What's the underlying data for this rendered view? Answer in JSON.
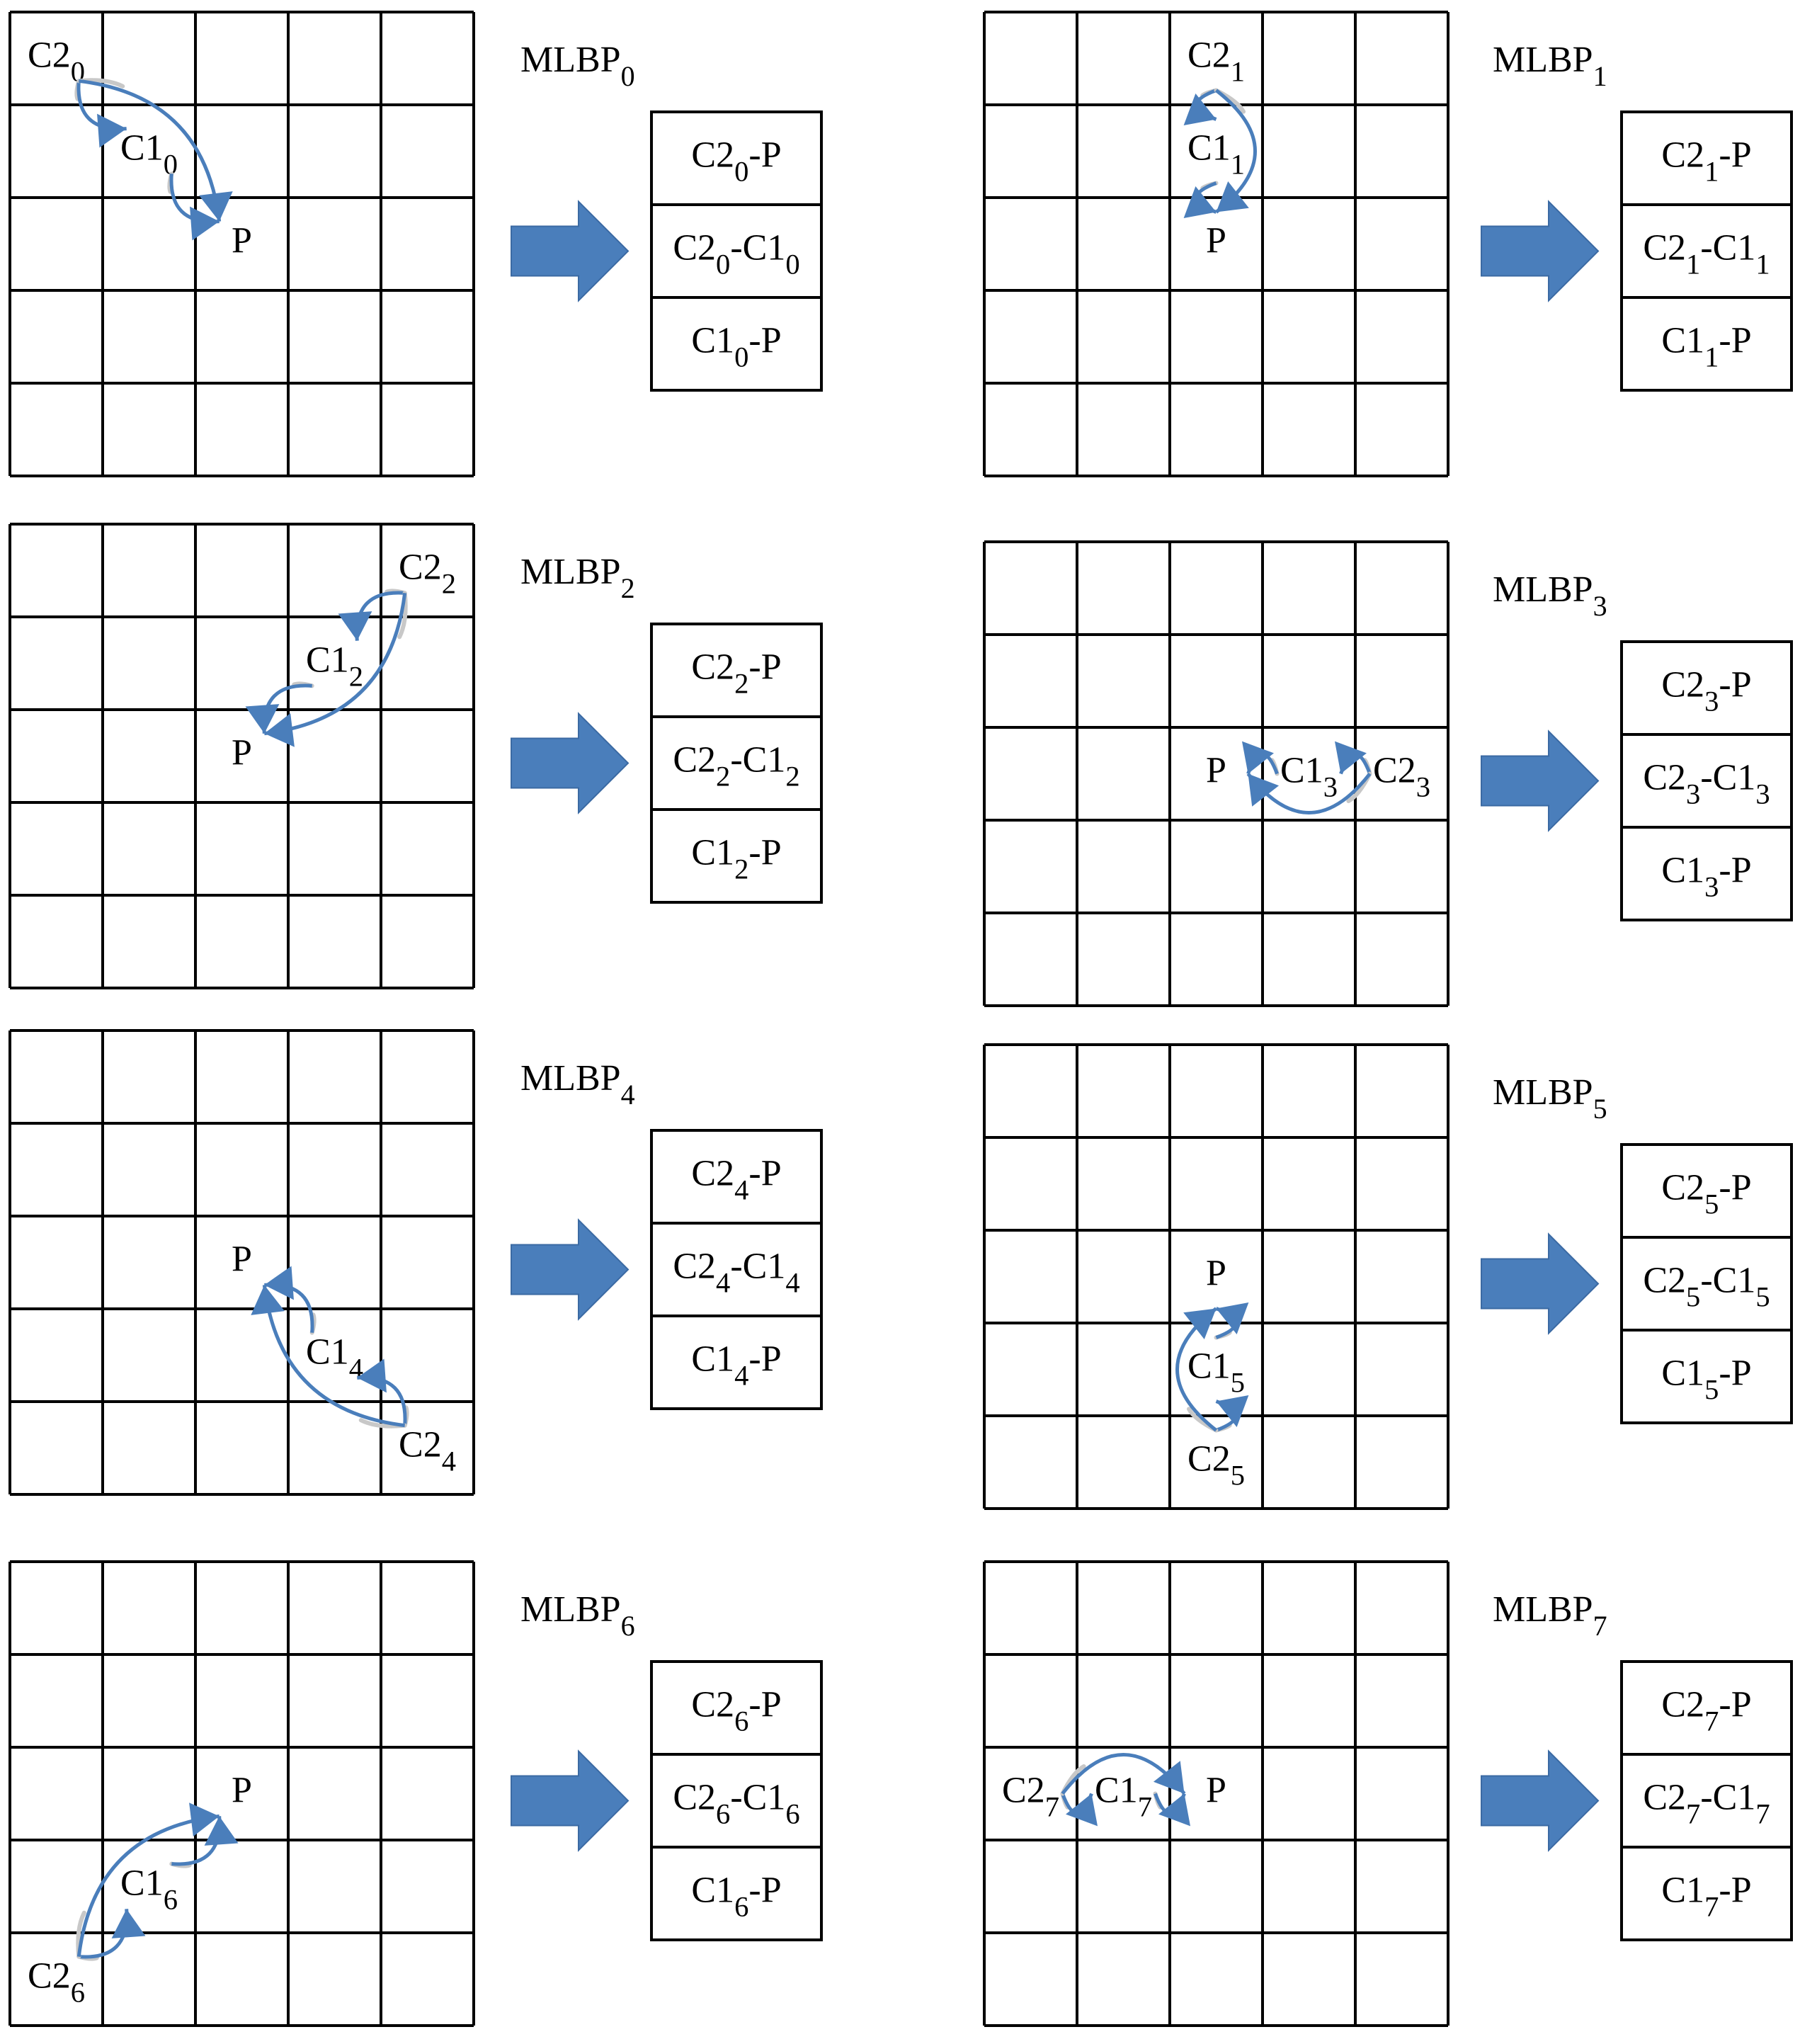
{
  "panels": [
    {
      "id": "mlbp0",
      "title": {
        "main": "MLBP",
        "sub": "0"
      },
      "cells": [
        {
          "main": "C2",
          "sub": "0",
          "col": 0,
          "row": 0
        },
        {
          "main": "C1",
          "sub": "0",
          "col": 1,
          "row": 1
        },
        {
          "main": "P",
          "sub": "",
          "col": 2,
          "row": 2
        }
      ],
      "table": [
        {
          "a": "C2",
          "a_sub": "0",
          "b": "P",
          "b_sub": ""
        },
        {
          "a": "C2",
          "a_sub": "0",
          "b": "C1",
          "b_sub": "0"
        },
        {
          "a": "C1",
          "a_sub": "0",
          "b": "P",
          "b_sub": ""
        }
      ]
    },
    {
      "id": "mlbp1",
      "title": {
        "main": "MLBP",
        "sub": "1"
      },
      "cells": [
        {
          "main": "C2",
          "sub": "1",
          "col": 2,
          "row": 0
        },
        {
          "main": "C1",
          "sub": "1",
          "col": 2,
          "row": 1
        },
        {
          "main": "P",
          "sub": "",
          "col": 2,
          "row": 2
        }
      ],
      "table": [
        {
          "a": "C2",
          "a_sub": "1",
          "b": "P",
          "b_sub": ""
        },
        {
          "a": "C2",
          "a_sub": "1",
          "b": "C1",
          "b_sub": "1"
        },
        {
          "a": "C1",
          "a_sub": "1",
          "b": "P",
          "b_sub": ""
        }
      ]
    },
    {
      "id": "mlbp2",
      "title": {
        "main": "MLBP",
        "sub": "2"
      },
      "cells": [
        {
          "main": "C2",
          "sub": "2",
          "col": 4,
          "row": 0
        },
        {
          "main": "C1",
          "sub": "2",
          "col": 3,
          "row": 1
        },
        {
          "main": "P",
          "sub": "",
          "col": 2,
          "row": 2
        }
      ],
      "table": [
        {
          "a": "C2",
          "a_sub": "2",
          "b": "P",
          "b_sub": ""
        },
        {
          "a": "C2",
          "a_sub": "2",
          "b": "C1",
          "b_sub": "2"
        },
        {
          "a": "C1",
          "a_sub": "2",
          "b": "P",
          "b_sub": ""
        }
      ]
    },
    {
      "id": "mlbp3",
      "title": {
        "main": "MLBP",
        "sub": "3"
      },
      "cells": [
        {
          "main": "P",
          "sub": "",
          "col": 2,
          "row": 2
        },
        {
          "main": "C1",
          "sub": "3",
          "col": 3,
          "row": 2
        },
        {
          "main": "C2",
          "sub": "3",
          "col": 4,
          "row": 2
        }
      ],
      "table": [
        {
          "a": "C2",
          "a_sub": "3",
          "b": "P",
          "b_sub": ""
        },
        {
          "a": "C2",
          "a_sub": "3",
          "b": "C1",
          "b_sub": "3"
        },
        {
          "a": "C1",
          "a_sub": "3",
          "b": "P",
          "b_sub": ""
        }
      ]
    },
    {
      "id": "mlbp4",
      "title": {
        "main": "MLBP",
        "sub": "4"
      },
      "cells": [
        {
          "main": "P",
          "sub": "",
          "col": 2,
          "row": 2
        },
        {
          "main": "C1",
          "sub": "4",
          "col": 3,
          "row": 3
        },
        {
          "main": "C2",
          "sub": "4",
          "col": 4,
          "row": 4
        }
      ],
      "table": [
        {
          "a": "C2",
          "a_sub": "4",
          "b": "P",
          "b_sub": ""
        },
        {
          "a": "C2",
          "a_sub": "4",
          "b": "C1",
          "b_sub": "4"
        },
        {
          "a": "C1",
          "a_sub": "4",
          "b": "P",
          "b_sub": ""
        }
      ]
    },
    {
      "id": "mlbp5",
      "title": {
        "main": "MLBP",
        "sub": "5"
      },
      "cells": [
        {
          "main": "P",
          "sub": "",
          "col": 2,
          "row": 2
        },
        {
          "main": "C1",
          "sub": "5",
          "col": 2,
          "row": 3
        },
        {
          "main": "C2",
          "sub": "5",
          "col": 2,
          "row": 4
        }
      ],
      "table": [
        {
          "a": "C2",
          "a_sub": "5",
          "b": "P",
          "b_sub": ""
        },
        {
          "a": "C2",
          "a_sub": "5",
          "b": "C1",
          "b_sub": "5"
        },
        {
          "a": "C1",
          "a_sub": "5",
          "b": "P",
          "b_sub": ""
        }
      ]
    },
    {
      "id": "mlbp6",
      "title": {
        "main": "MLBP",
        "sub": "6"
      },
      "cells": [
        {
          "main": "P",
          "sub": "",
          "col": 2,
          "row": 2
        },
        {
          "main": "C1",
          "sub": "6",
          "col": 1,
          "row": 3
        },
        {
          "main": "C2",
          "sub": "6",
          "col": 0,
          "row": 4
        }
      ],
      "table": [
        {
          "a": "C2",
          "a_sub": "6",
          "b": "P",
          "b_sub": ""
        },
        {
          "a": "C2",
          "a_sub": "6",
          "b": "C1",
          "b_sub": "6"
        },
        {
          "a": "C1",
          "a_sub": "6",
          "b": "P",
          "b_sub": ""
        }
      ]
    },
    {
      "id": "mlbp7",
      "title": {
        "main": "MLBP",
        "sub": "7"
      },
      "cells": [
        {
          "main": "C2",
          "sub": "7",
          "col": 0,
          "row": 2
        },
        {
          "main": "C1",
          "sub": "7",
          "col": 1,
          "row": 2
        },
        {
          "main": "P",
          "sub": "",
          "col": 2,
          "row": 2
        }
      ],
      "table": [
        {
          "a": "C2",
          "a_sub": "7",
          "b": "P",
          "b_sub": ""
        },
        {
          "a": "C2",
          "a_sub": "7",
          "b": "C1",
          "b_sub": "7"
        },
        {
          "a": "C1",
          "a_sub": "7",
          "b": "P",
          "b_sub": ""
        }
      ]
    }
  ],
  "colors": {
    "arrow": "#4a7ebb",
    "arrow_tail": "#c8c8c8",
    "grid": "#000000",
    "text": "#000000"
  }
}
